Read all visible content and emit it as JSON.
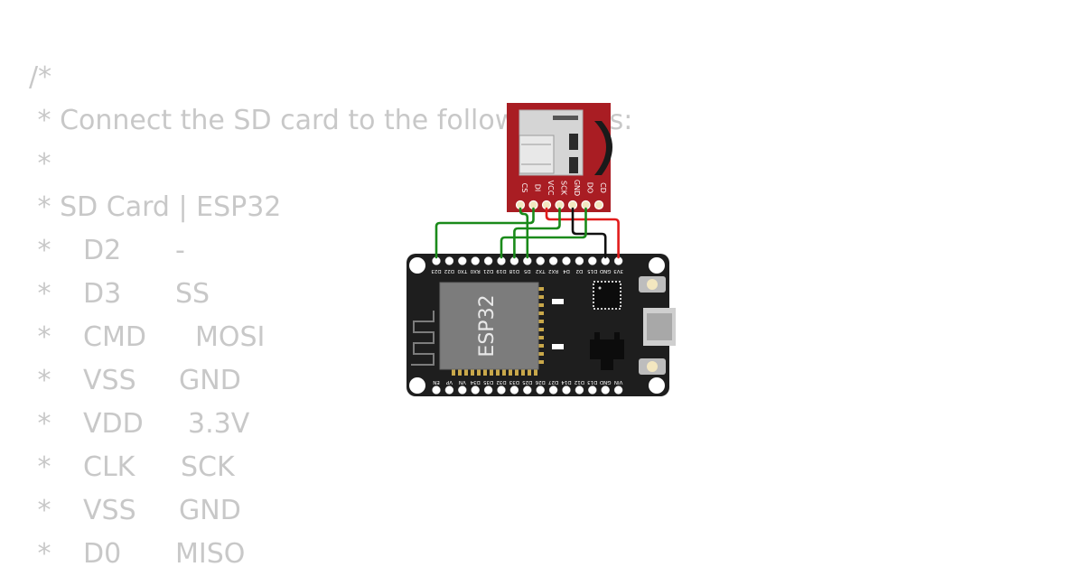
{
  "comment": {
    "lines": [
      {
        "a": "/*",
        "b": "",
        "c": ""
      },
      {
        "a": " * Connect the SD card to the following pins:",
        "b": "",
        "c": ""
      },
      {
        "a": " *",
        "b": "",
        "c": ""
      },
      {
        "a": " * SD Card | ESP32",
        "b": "",
        "c": ""
      },
      {
        "a": " *",
        "b": "D2",
        "c": "-"
      },
      {
        "a": " *",
        "b": "D3",
        "c": "SS"
      },
      {
        "a": " *",
        "b": "CMD",
        "c": "MOSI"
      },
      {
        "a": " *",
        "b": "VSS",
        "c": "GND"
      },
      {
        "a": " *",
        "b": "VDD",
        "c": "3.3V"
      },
      {
        "a": " *",
        "b": "CLK",
        "c": "SCK"
      },
      {
        "a": " *",
        "b": "VSS",
        "c": "GND"
      },
      {
        "a": " *",
        "b": "D0",
        "c": "MISO"
      }
    ]
  },
  "sd_module": {
    "pins": [
      "CS",
      "DI",
      "VCC",
      "SCK",
      "GND",
      "DO",
      "CD"
    ],
    "colors": {
      "board": "#a91d23",
      "pad": "#f3e7c0"
    }
  },
  "esp32": {
    "chip_label": "ESP32",
    "top_pins": [
      "D23",
      "D22",
      "TX0",
      "RX0",
      "D21",
      "D19",
      "D18",
      "D5",
      "TX2",
      "RX2",
      "D4",
      "D2",
      "D15",
      "GND",
      "3V3"
    ],
    "bottom_pins": [
      "EN",
      "VP",
      "VN",
      "D34",
      "D35",
      "D32",
      "D33",
      "D25",
      "D26",
      "D27",
      "D14",
      "D12",
      "D13",
      "GND",
      "VIN"
    ],
    "colors": {
      "board": "#1e1e1e",
      "module": "#7c7c7c"
    }
  },
  "wires": [
    {
      "from": "CS",
      "to": "D5",
      "color": "#1a8a1a"
    },
    {
      "from": "DI",
      "to": "D23",
      "color": "#1a8a1a"
    },
    {
      "from": "VCC",
      "to": "3V3",
      "color": "#e21b1b"
    },
    {
      "from": "SCK",
      "to": "D18",
      "color": "#1a8a1a"
    },
    {
      "from": "GND",
      "to": "GND",
      "color": "#111111"
    },
    {
      "from": "DO",
      "to": "D19",
      "color": "#1a8a1a"
    }
  ]
}
